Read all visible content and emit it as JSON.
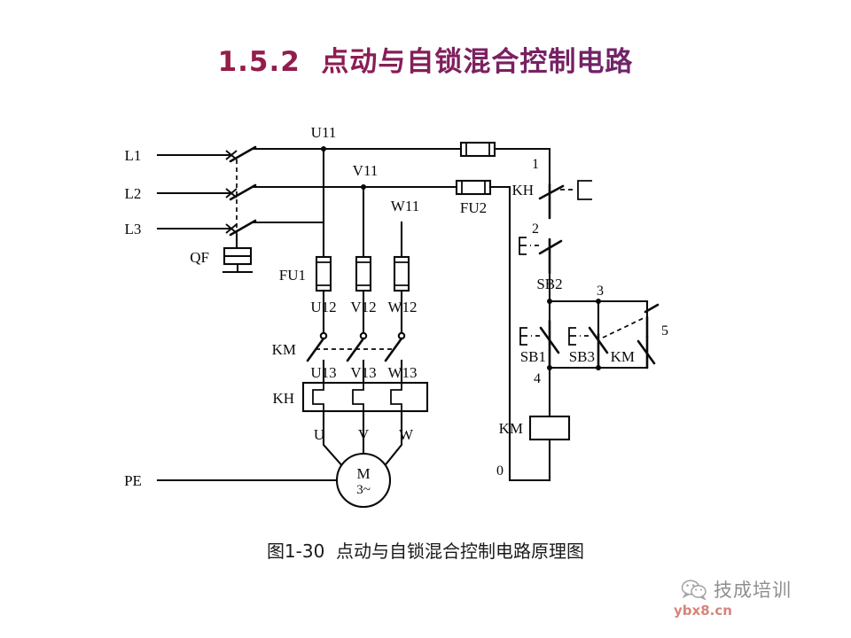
{
  "slide": {
    "title": "1.5.2  点动与自锁混合控制电路",
    "caption": "图1-30  点动与自锁混合控制电路原理图"
  },
  "watermark": {
    "icon": "wechat-icon",
    "brand": "技成培训",
    "url": "ybx8.cn"
  },
  "diagram": {
    "type": "electrical-schematic",
    "title": "点动与自锁混合控制电路原理图",
    "power_lines": [
      {
        "name": "L1",
        "label": "L1"
      },
      {
        "name": "L2",
        "label": "L2"
      },
      {
        "name": "L3",
        "label": "L3"
      }
    ],
    "earth": {
      "label": "PE"
    },
    "components": {
      "qf": {
        "label": "QF",
        "desc": "三极断路器",
        "poles": 3
      },
      "fu1": {
        "label": "FU1",
        "desc": "主电路熔断器",
        "count": 3
      },
      "fu2": {
        "label": "FU2",
        "desc": "控制电路熔断器",
        "count": 2
      },
      "km_main": {
        "label": "KM",
        "desc": "接触器主触点",
        "count": 3
      },
      "kh_heater": {
        "label": "KH",
        "desc": "热继电器热元件",
        "count": 3
      },
      "kh_contact": {
        "label": "KH",
        "desc": "热继电器常闭触点"
      },
      "sb2": {
        "label": "SB2",
        "desc": "停止按钮 常闭"
      },
      "sb1": {
        "label": "SB1",
        "desc": "启动按钮 常开"
      },
      "sb3": {
        "label": "SB3",
        "desc": "点动按钮 复合触点"
      },
      "km_aux": {
        "label": "KM",
        "desc": "接触器自锁常开辅助触点"
      },
      "km_coil": {
        "label": "KM",
        "desc": "接触器线圈"
      },
      "motor": {
        "label": "M",
        "sublabel": "3~",
        "desc": "三相异步电动机"
      }
    },
    "wire_labels": {
      "top": [
        "U11",
        "V11",
        "W11"
      ],
      "mid": [
        "U12",
        "V12",
        "W12"
      ],
      "lower": [
        "U13",
        "V13",
        "W13"
      ],
      "motor_terminals": [
        "U",
        "V",
        "W"
      ]
    },
    "control_nodes": [
      "1",
      "2",
      "3",
      "4",
      "5",
      "0"
    ]
  }
}
